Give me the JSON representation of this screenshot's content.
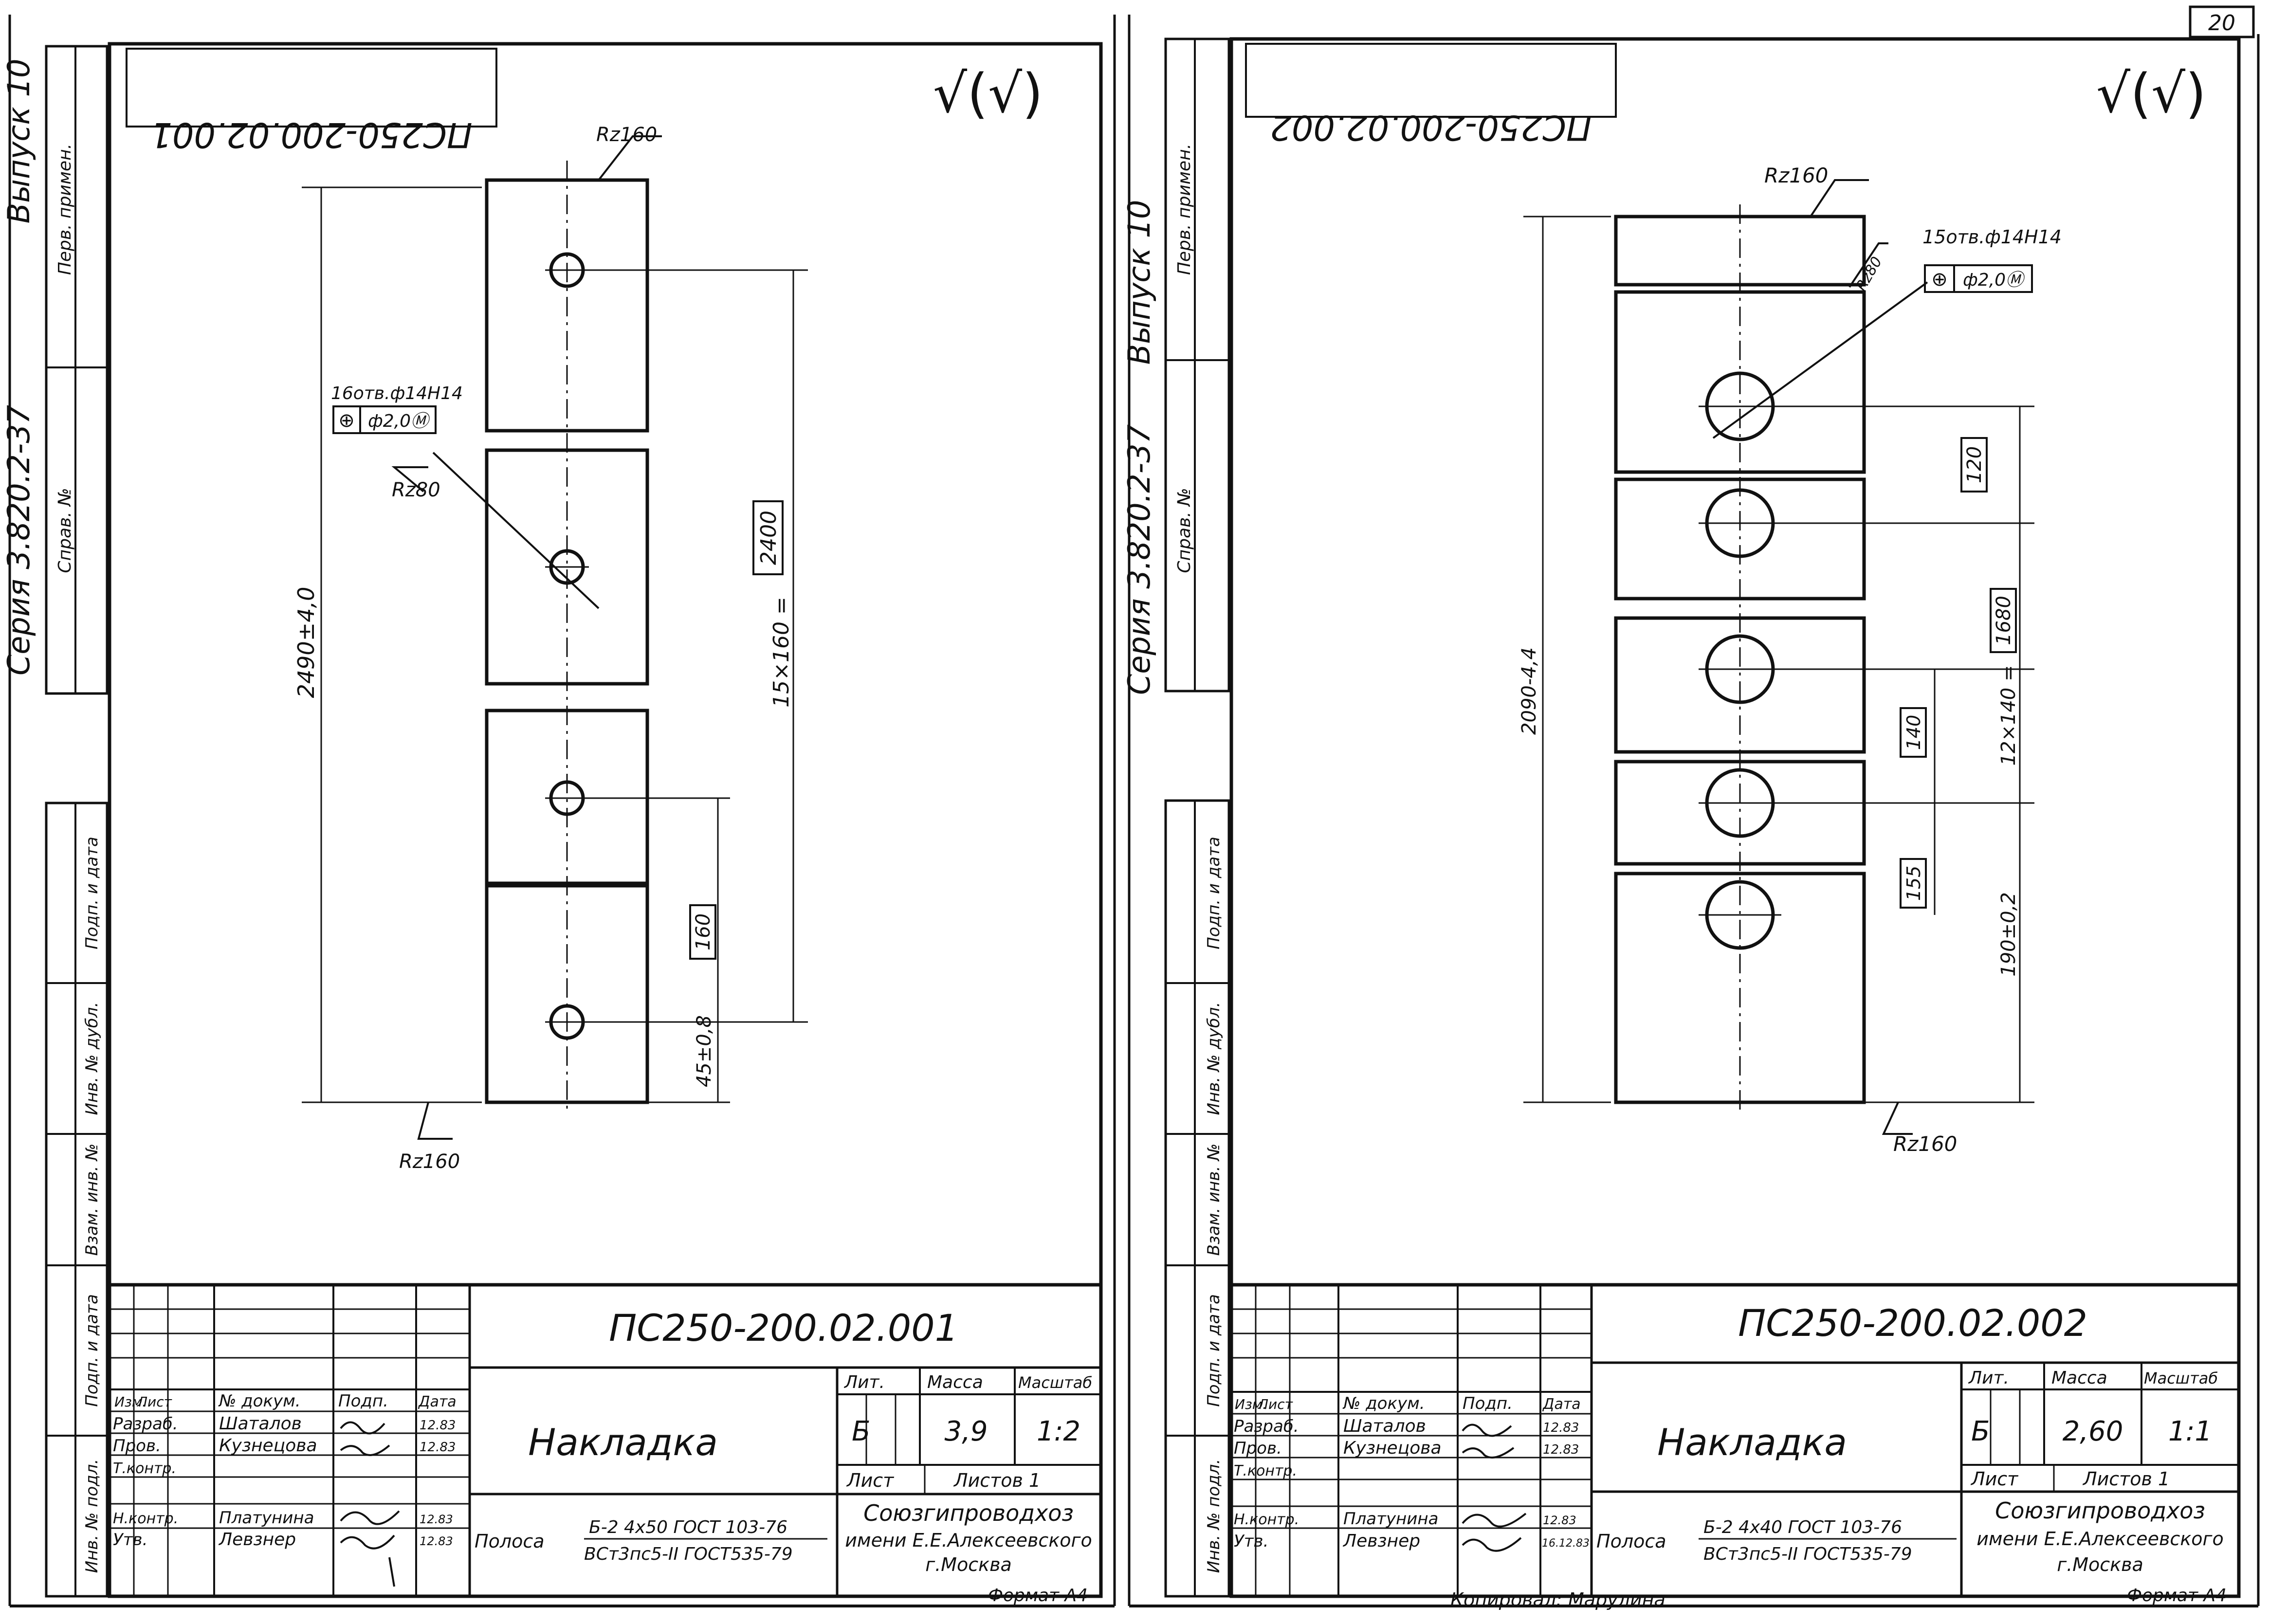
{
  "page_number": "20",
  "copied_by": "Копировал: Марулина",
  "sheets": [
    {
      "id": "left",
      "mirrored_code": "ПС250-200.02.001",
      "roughness_symbol": "√(√)",
      "side_strip": {
        "vypusk": "Выпуск 10",
        "seriya": "Серия 3.820.2-37",
        "perv_primen": "Перв. примен.",
        "sprav_no": "Справ. №",
        "podp_i_data": "Подп. и дата",
        "inv_dubl": "Инв. № дубл.",
        "vzam_inv": "Взам. инв. №",
        "podp_i_data2": "Подп. и дата",
        "inv_podl": "Инв. № подл."
      },
      "drawing": {
        "rz_top": "Rz160",
        "rz_bottom": "Rz160",
        "rz_hole": "Rz80",
        "hole_callout": "16отв.ф14Н14",
        "tolerance_box": [
          "⊕",
          "ф2,0Ⓜ"
        ],
        "dim_overall": "2490±4,0",
        "dim_pitch": "15×160 =",
        "dim_pitch_total": "2400",
        "dim_step": "160",
        "dim_edge": "45±0,8"
      },
      "title_block": {
        "code": "ПС250-200.02.001",
        "name": "Накладка",
        "headers": {
          "izm": "Изм.",
          "list": "Лист",
          "doc": "№ докум.",
          "podp": "Подп.",
          "data": "Дата"
        },
        "rows": [
          {
            "role": "Разраб.",
            "name": "Шаталов",
            "date": "12.83"
          },
          {
            "role": "Пров.",
            "name": "Кузнецова",
            "date": "12.83"
          },
          {
            "role": "Т.контр.",
            "name": "",
            "date": ""
          },
          {
            "role": "",
            "name": "",
            "date": ""
          },
          {
            "role": "Н.контр.",
            "name": "Платунина",
            "date": "12.83"
          },
          {
            "role": "Утв.",
            "name": "Левзнер",
            "date": "12.83"
          }
        ],
        "lit_label": "Лит.",
        "mass_label": "Масса",
        "scale_label": "Масштаб",
        "lit": "Б",
        "mass": "3,9",
        "scale": "1:2",
        "sheet_label": "Лист",
        "sheets_label": "Листов 1",
        "material_label": "Полоса",
        "material_top": "Б-2 4х50 ГОСТ 103-76",
        "material_bottom": "ВСт3пс5-II ГОСТ535-79",
        "org1": "Союзгипроводхоз",
        "org2": "имени Е.Е.Алексеевского",
        "org3": "г.Москва",
        "format": "Формат А4"
      }
    },
    {
      "id": "right",
      "mirrored_code": "ПС250-200.02.002",
      "roughness_symbol": "√(√)",
      "side_strip": {
        "vypusk": "Выпуск 10",
        "seriya": "Серия 3.820.2-37",
        "perv_primen": "Перв. примен.",
        "sprav_no": "Справ. №",
        "podp_i_data": "Подп. и дата",
        "inv_dubl": "Инв. № дубл.",
        "vzam_inv": "Взам. инв. №",
        "podp_i_data2": "Подп. и дата",
        "inv_podl": "Инв. № подл."
      },
      "drawing": {
        "rz_top": "Rz160",
        "rz_bottom": "Rz160",
        "rz_hole": "Rz80",
        "hole_callout": "15отв.ф14Н14",
        "tolerance_box": [
          "⊕",
          "ф2,0Ⓜ"
        ],
        "dim_overall": "2090-4,4",
        "dim_pitch": "12×140 =",
        "dim_pitch_total": "1680",
        "dim_120": "120",
        "dim_step": "140",
        "dim_155": "155",
        "dim_edge": "190±0,2"
      },
      "title_block": {
        "code": "ПС250-200.02.002",
        "name": "Накладка",
        "headers": {
          "izm": "Изм.",
          "list": "Лист",
          "doc": "№ докум.",
          "podp": "Подп.",
          "data": "Дата"
        },
        "rows": [
          {
            "role": "Разраб.",
            "name": "Шаталов",
            "date": "12.83"
          },
          {
            "role": "Пров.",
            "name": "Кузнецова",
            "date": "12.83"
          },
          {
            "role": "Т.контр.",
            "name": "",
            "date": ""
          },
          {
            "role": "",
            "name": "",
            "date": ""
          },
          {
            "role": "Н.контр.",
            "name": "Платунина",
            "date": "12.83"
          },
          {
            "role": "Утв.",
            "name": "Левзнер",
            "date": "16.12.83"
          }
        ],
        "lit_label": "Лит.",
        "mass_label": "Масса",
        "scale_label": "Масштаб",
        "lit": "Б",
        "mass": "2,60",
        "scale": "1:1",
        "sheet_label": "Лист",
        "sheets_label": "Листов 1",
        "material_label": "Полоса",
        "material_top": "Б-2 4х40 ГОСТ 103-76",
        "material_bottom": "ВСт3пс5-II ГОСТ535-79",
        "org1": "Союзгипроводхоз",
        "org2": "имени Е.Е.Алексеевского",
        "org3": "г.Москва",
        "format": "Формат А4"
      }
    }
  ]
}
